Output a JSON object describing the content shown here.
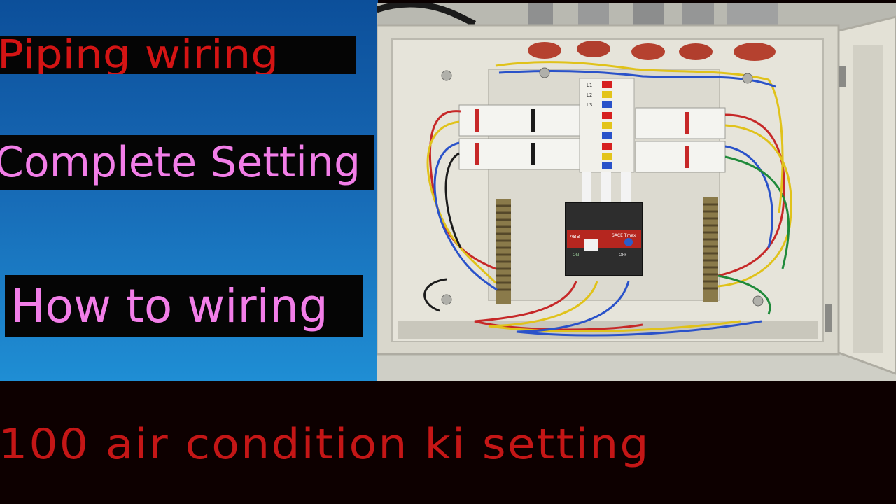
{
  "captions": {
    "piping": "Piping wiring",
    "complete": "Complete Setting",
    "how": "How to wiring",
    "bottom": "100 air condition ki setting"
  },
  "photo": {
    "breaker_brand": "ABB",
    "breaker_model": "SACE Tmax",
    "breaker_on": "ON",
    "breaker_off": "OFF",
    "busbar_labels": [
      "L1",
      "L2",
      "L3"
    ]
  },
  "colors": {
    "background_blue": "#1667b3",
    "caption_red": "#d41414",
    "caption_pink": "#f27ee8",
    "bottom_band": "#0d0000"
  }
}
